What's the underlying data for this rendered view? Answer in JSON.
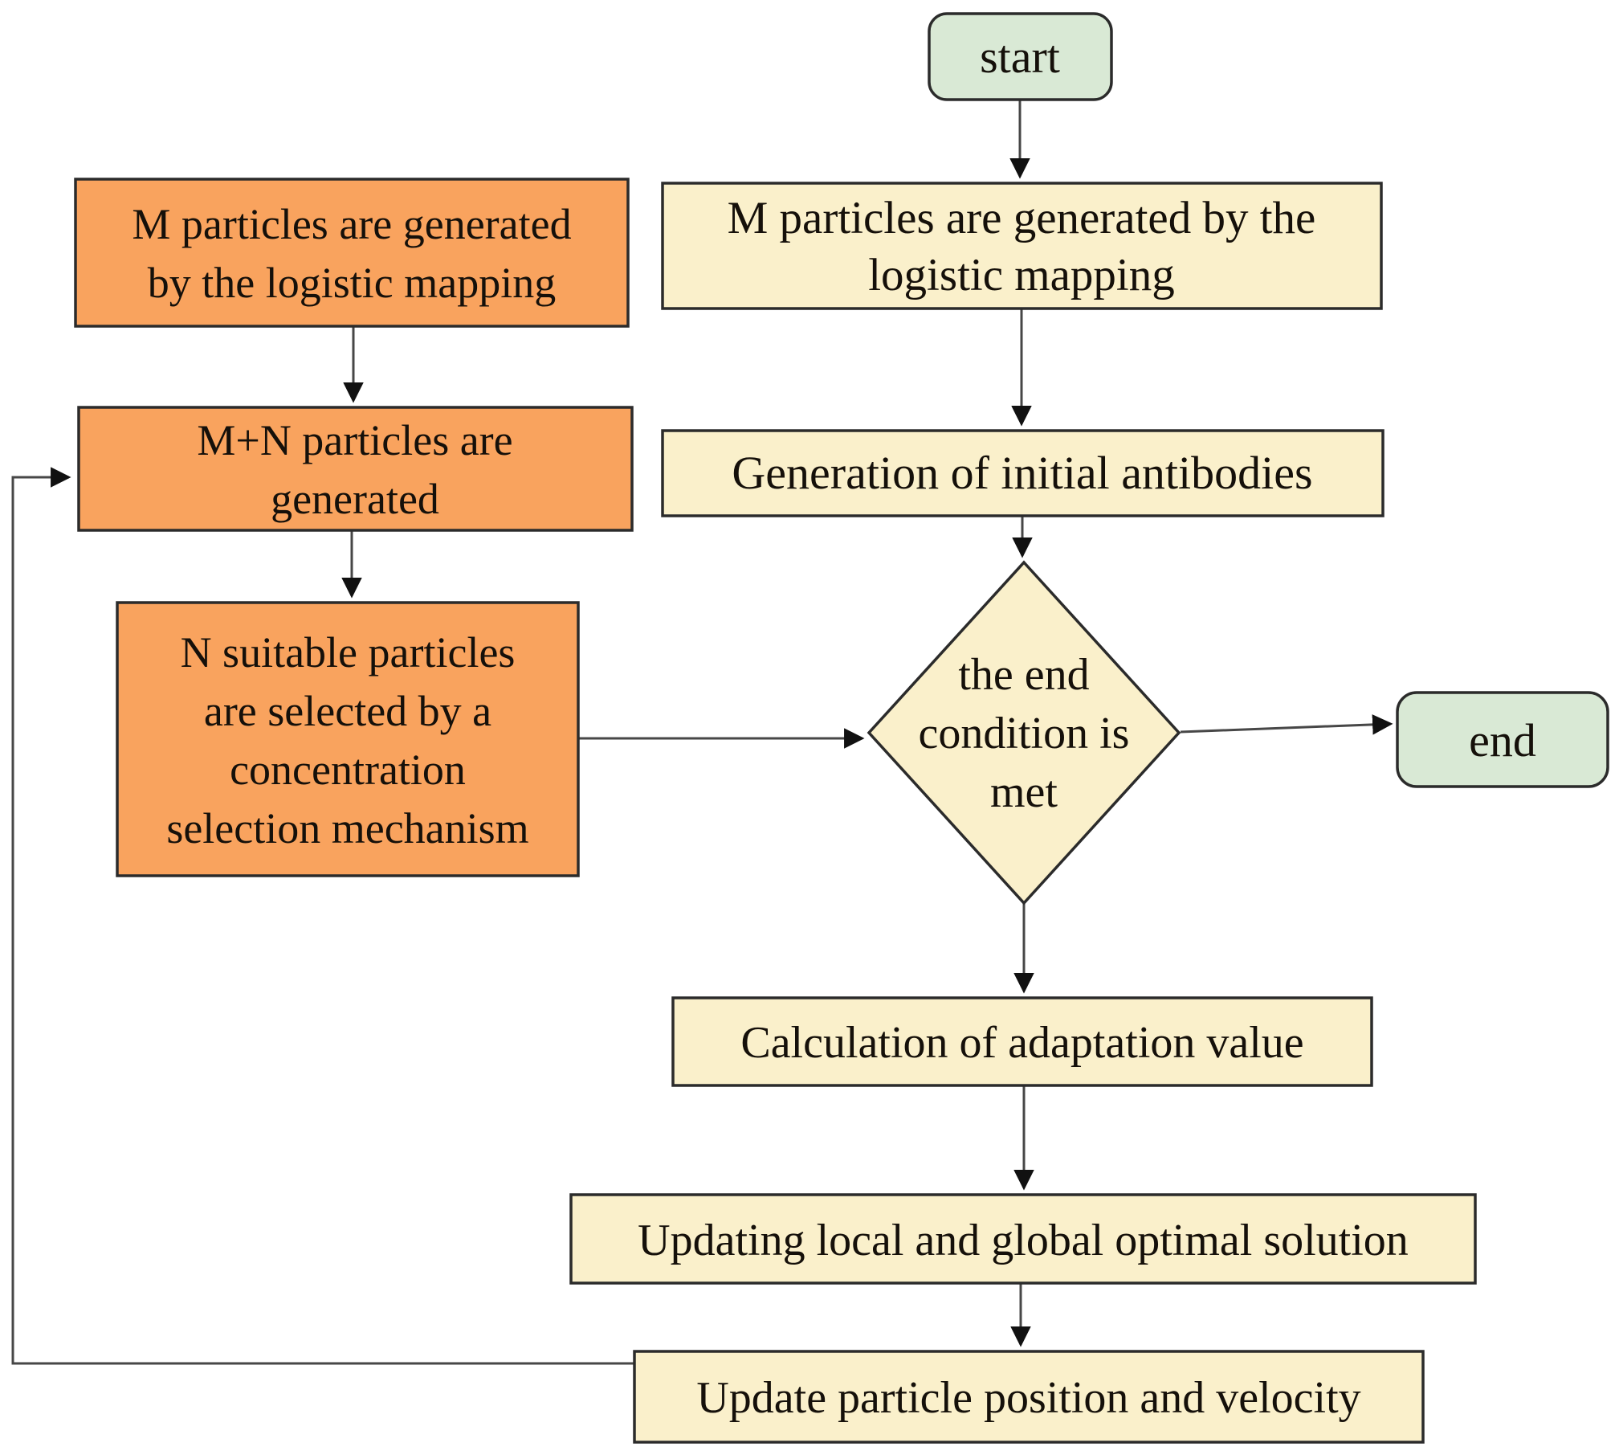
{
  "diagram": {
    "title": "Immune particle swarm optimization flowchart",
    "colors": {
      "process_left_fill": "#F9A35E",
      "process_main_fill": "#FAF0CB",
      "terminal_fill": "#D9E9D5",
      "border": "#2b2b2b",
      "arrow": "#474747",
      "arrowhead": "#111111",
      "text": "#15100a"
    },
    "nodes": {
      "start": {
        "type": "terminal",
        "label": "start"
      },
      "m_particles_left": {
        "type": "process",
        "lines": [
          "M particles are generated",
          "by the logistic mapping"
        ]
      },
      "mn_particles": {
        "type": "process",
        "lines": [
          "M+N particles are",
          "generated"
        ]
      },
      "n_suitable": {
        "type": "process",
        "lines": [
          "N suitable particles",
          "are selected by a",
          "concentration",
          "selection mechanism"
        ]
      },
      "m_particles_main": {
        "type": "process",
        "lines": [
          "M particles are generated by the",
          "logistic mapping"
        ]
      },
      "gen_antibodies": {
        "type": "process",
        "label": "Generation of initial antibodies"
      },
      "end_condition": {
        "type": "decision",
        "lines": [
          "the end",
          "condition is",
          "met"
        ]
      },
      "end": {
        "type": "terminal",
        "label": "end"
      },
      "calc_adaptation": {
        "type": "process",
        "label": "Calculation of adaptation value"
      },
      "updating_optimal": {
        "type": "process",
        "label": "Updating local and global optimal solution"
      },
      "update_particle": {
        "type": "process",
        "label": "Update particle position and velocity"
      }
    },
    "edges": [
      {
        "from": "start",
        "to": "m_particles_main"
      },
      {
        "from": "m_particles_main",
        "to": "gen_antibodies"
      },
      {
        "from": "gen_antibodies",
        "to": "end_condition"
      },
      {
        "from": "end_condition",
        "to": "end"
      },
      {
        "from": "end_condition",
        "to": "calc_adaptation"
      },
      {
        "from": "calc_adaptation",
        "to": "updating_optimal"
      },
      {
        "from": "updating_optimal",
        "to": "update_particle"
      },
      {
        "from": "update_particle",
        "to": "mn_particles"
      },
      {
        "from": "m_particles_left",
        "to": "mn_particles"
      },
      {
        "from": "mn_particles",
        "to": "n_suitable"
      },
      {
        "from": "n_suitable",
        "to": "end_condition"
      }
    ]
  }
}
